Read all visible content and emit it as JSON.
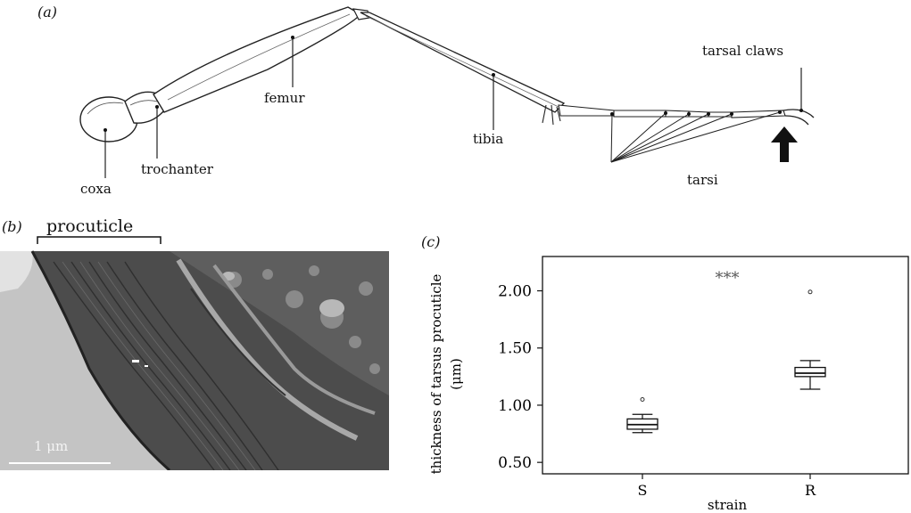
{
  "panel_a": {
    "letter": "(a)",
    "labels": {
      "coxa": "coxa",
      "trochanter": "trochanter",
      "femur": "femur",
      "tibia": "tibia",
      "tarsi": "tarsi",
      "tarsal_claws": "tarsal claws"
    }
  },
  "panel_b": {
    "letter": "(b)",
    "bracket_label": "procuticle",
    "scale_bar_label": "1 μm"
  },
  "panel_c": {
    "letter": "(c)"
  },
  "chart_data": {
    "type": "box",
    "categories": [
      "S",
      "R"
    ],
    "xlabel": "strain",
    "ylabel_line1": "thickness of tarsus procuticle",
    "ylabel_line2": "(μm)",
    "ylim": [
      0.4,
      2.3
    ],
    "yticks": [
      0.5,
      1.0,
      1.5,
      2.0
    ],
    "ytick_labels": [
      "0.50",
      "1.00",
      "1.50",
      "2.00"
    ],
    "significance": "***",
    "boxes": [
      {
        "category": "S",
        "whisker_low": 0.76,
        "q1": 0.79,
        "median": 0.83,
        "q3": 0.88,
        "whisker_high": 0.92,
        "outliers": [
          1.05
        ]
      },
      {
        "category": "R",
        "whisker_low": 1.14,
        "q1": 1.25,
        "median": 1.28,
        "q3": 1.33,
        "whisker_high": 1.39,
        "outliers": [
          1.99
        ]
      }
    ]
  }
}
